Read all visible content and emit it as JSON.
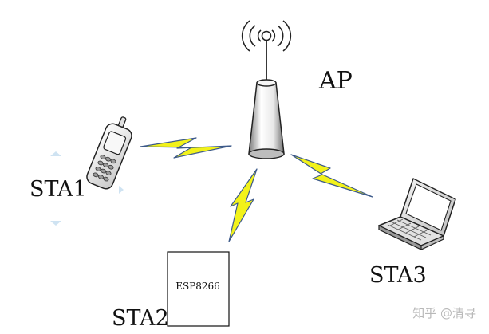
{
  "labels": {
    "ap": "AP",
    "sta1": "STA1",
    "sta2": "STA2",
    "sta3": "STA3",
    "esp_module": "ESP8266"
  },
  "watermark": "知乎 @清寻",
  "colors": {
    "bolt_fill": "#f2f21a",
    "bolt_edge": "#3d5a8a",
    "device_outline": "#222222",
    "ap_body_light": "#ffffff",
    "ap_body_dark": "#9a9a9a",
    "handle_fill": "#cfe3f2"
  },
  "icons": [
    "access-point-icon",
    "mobile-phone-icon",
    "laptop-icon",
    "wireless-signal-icon"
  ]
}
